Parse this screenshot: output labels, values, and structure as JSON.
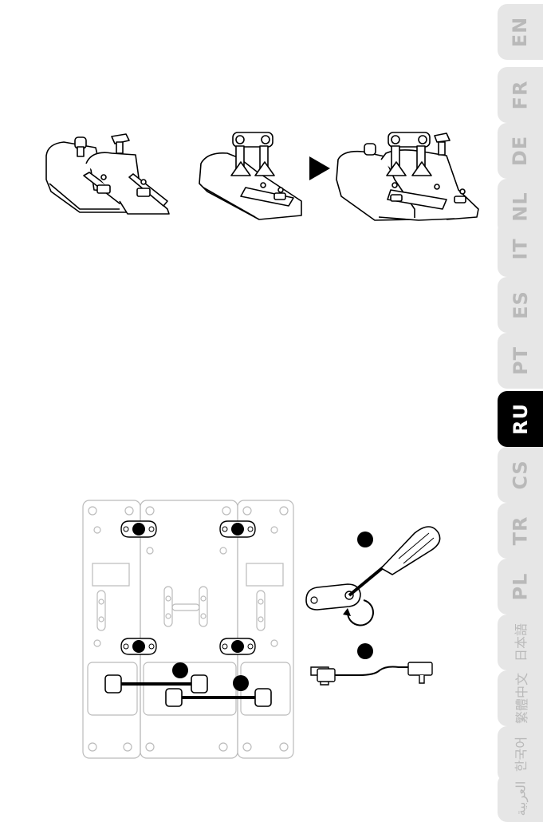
{
  "language_tabs": [
    {
      "label": "EN",
      "active": false
    },
    {
      "label": "FR",
      "active": false
    },
    {
      "label": "DE",
      "active": false
    },
    {
      "label": "NL",
      "active": false
    },
    {
      "label": "IT",
      "active": false
    },
    {
      "label": "ES",
      "active": false
    },
    {
      "label": "PT",
      "active": false
    },
    {
      "label": "RU",
      "active": true
    },
    {
      "label": "CS",
      "active": false
    },
    {
      "label": "TR",
      "active": false
    },
    {
      "label": "PL",
      "active": false
    },
    {
      "label": "日本語",
      "active": false
    },
    {
      "label": "繁體中文",
      "active": false
    },
    {
      "label": "한국어",
      "active": false
    },
    {
      "label": "العربية",
      "active": false
    }
  ],
  "icons": {
    "arrow": "right-triangle-arrow-icon",
    "screwdriver": "screwdriver-icon",
    "cable": "connector-cable-icon"
  },
  "colors": {
    "tab_active": "#000000",
    "tab_inactive": "#e6e6e6",
    "tab_text": "#b9b9b9"
  }
}
